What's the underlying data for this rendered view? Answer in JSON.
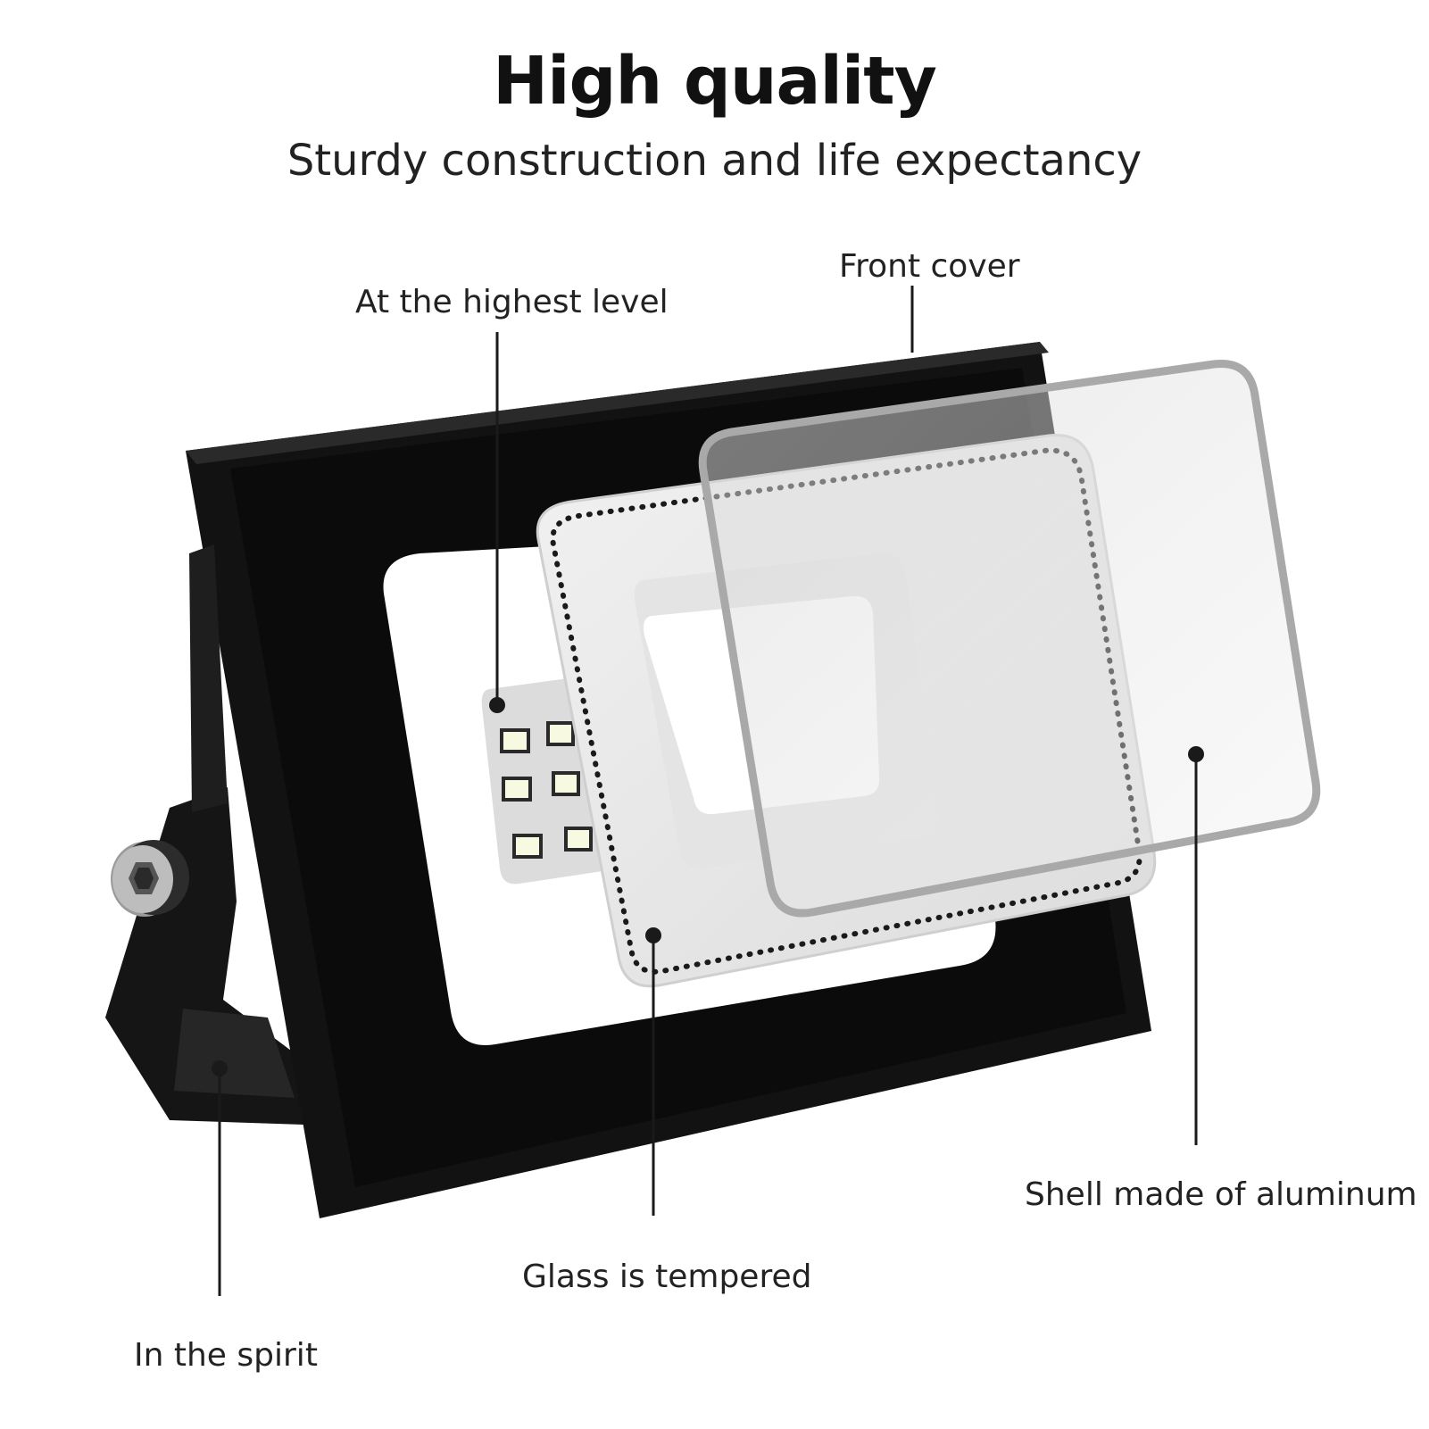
{
  "header": {
    "title": "High quality",
    "subtitle": "Sturdy construction and life expectancy"
  },
  "callouts": {
    "highest_level": "At the highest level",
    "front_cover": "Front cover",
    "shell": "Shell made of aluminum",
    "glass": "Glass is tempered",
    "spirit": "In the spirit"
  },
  "colors": {
    "housing": "#141414",
    "housing_edge": "#2a2a2a",
    "reflector": "#e9e9e9",
    "led": "#f7f9e0",
    "glass_outline": "#a9a9a9",
    "leader_line": "#1a1a1a"
  }
}
